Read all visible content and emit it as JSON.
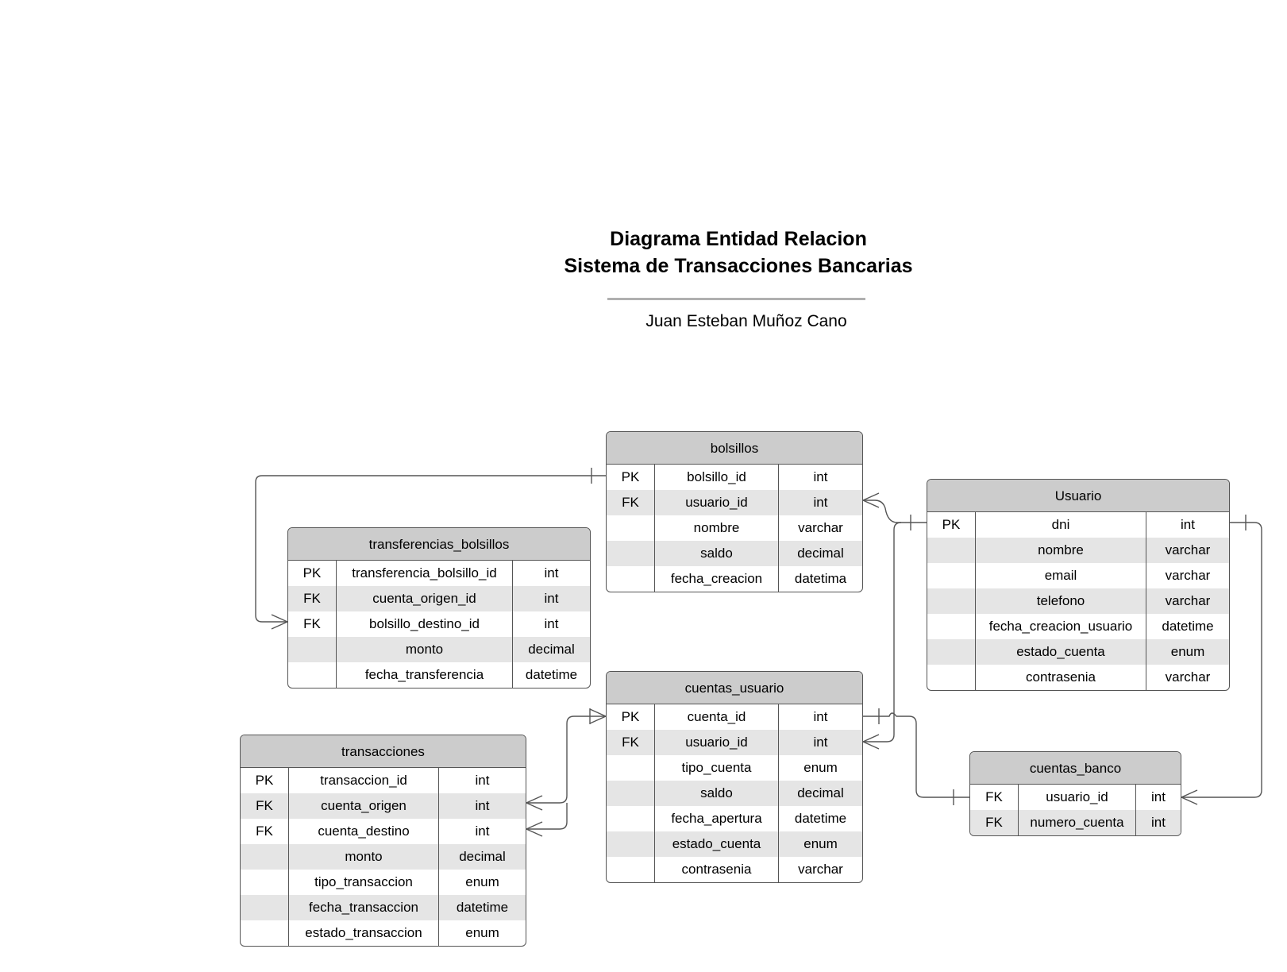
{
  "title": {
    "line1": "Diagrama Entidad Relacion",
    "line2": "Sistema de Transacciones Bancarias"
  },
  "author": "Juan Esteban Muñoz Cano",
  "colors": {
    "header_fill": "#cccccc",
    "alt_row_fill": "#e5e5e5",
    "border": "#555555",
    "rule": "#b0b0b0"
  },
  "entities": {
    "bolsillos": {
      "name": "bolsillos",
      "rows": [
        {
          "key": "PK",
          "field": "bolsillo_id",
          "type": "int"
        },
        {
          "key": "FK",
          "field": "usuario_id",
          "type": "int"
        },
        {
          "key": "",
          "field": "nombre",
          "type": "varchar"
        },
        {
          "key": "",
          "field": "saldo",
          "type": "decimal"
        },
        {
          "key": "",
          "field": "fecha_creacion",
          "type": "datetima"
        }
      ]
    },
    "usuario": {
      "name": "Usuario",
      "rows": [
        {
          "key": "PK",
          "field": "dni",
          "type": "int"
        },
        {
          "key": "",
          "field": "nombre",
          "type": "varchar"
        },
        {
          "key": "",
          "field": "email",
          "type": "varchar"
        },
        {
          "key": "",
          "field": "telefono",
          "type": "varchar"
        },
        {
          "key": "",
          "field": "fecha_creacion_usuario",
          "type": "datetime"
        },
        {
          "key": "",
          "field": "estado_cuenta",
          "type": "enum"
        },
        {
          "key": "",
          "field": "contrasenia",
          "type": "varchar"
        }
      ]
    },
    "transferencias_bolsillos": {
      "name": "transferencias_bolsillos",
      "rows": [
        {
          "key": "PK",
          "field": "transferencia_bolsillo_id",
          "type": "int"
        },
        {
          "key": "FK",
          "field": "cuenta_origen_id",
          "type": "int"
        },
        {
          "key": "FK",
          "field": "bolsillo_destino_id",
          "type": "int"
        },
        {
          "key": "",
          "field": "monto",
          "type": "decimal"
        },
        {
          "key": "",
          "field": "fecha_transferencia",
          "type": "datetime"
        }
      ]
    },
    "cuentas_usuario": {
      "name": "cuentas_usuario",
      "rows": [
        {
          "key": "PK",
          "field": "cuenta_id",
          "type": "int"
        },
        {
          "key": "FK",
          "field": "usuario_id",
          "type": "int"
        },
        {
          "key": "",
          "field": "tipo_cuenta",
          "type": "enum"
        },
        {
          "key": "",
          "field": "saldo",
          "type": "decimal"
        },
        {
          "key": "",
          "field": "fecha_apertura",
          "type": "datetime"
        },
        {
          "key": "",
          "field": "estado_cuenta",
          "type": "enum"
        },
        {
          "key": "",
          "field": "contrasenia",
          "type": "varchar"
        }
      ]
    },
    "transacciones": {
      "name": "transacciones",
      "rows": [
        {
          "key": "PK",
          "field": "transaccion_id",
          "type": "int"
        },
        {
          "key": "FK",
          "field": "cuenta_origen",
          "type": "int"
        },
        {
          "key": "FK",
          "field": "cuenta_destino",
          "type": "int"
        },
        {
          "key": "",
          "field": "monto",
          "type": "decimal"
        },
        {
          "key": "",
          "field": "tipo_transaccion",
          "type": "enum"
        },
        {
          "key": "",
          "field": "fecha_transaccion",
          "type": "datetime"
        },
        {
          "key": "",
          "field": "estado_transaccion",
          "type": "enum"
        }
      ]
    },
    "cuentas_banco": {
      "name": "cuentas_banco",
      "rows": [
        {
          "key": "FK",
          "field": "usuario_id",
          "type": "int"
        },
        {
          "key": "FK",
          "field": "numero_cuenta",
          "type": "int"
        }
      ]
    }
  }
}
